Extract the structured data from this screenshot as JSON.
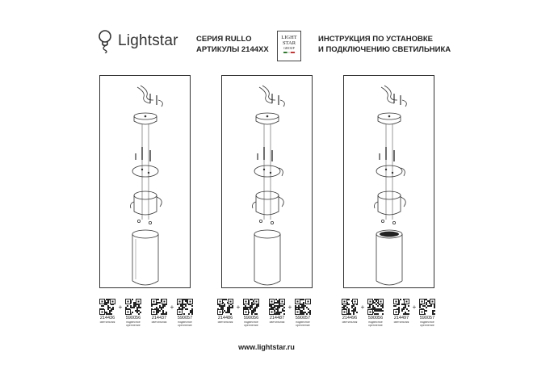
{
  "brand": {
    "name": "Lightstar",
    "icon": "lightbulb-icon"
  },
  "series": {
    "line1": "СЕРИЯ RULLO",
    "line2": "АРТИКУЛЫ 2144XX"
  },
  "badge": {
    "line1": "LIGHT",
    "line2": "STAR",
    "line3": "GROUP"
  },
  "title": {
    "line1": "ИНСТРУКЦИЯ ПО УСТАНОВКЕ",
    "line2": "И ПОДКЛЮЧЕНИЮ СВЕТИЛЬНИКА"
  },
  "groups": [
    {
      "codes": [
        {
          "num": "214436",
          "label": [
            "светильник"
          ]
        },
        {
          "num": "590056",
          "label": [
            "подвесное",
            "крепление"
          ]
        },
        {
          "num": "214437",
          "label": [
            "светильник"
          ]
        },
        {
          "num": "590057",
          "label": [
            "подвесное",
            "крепление"
          ]
        }
      ]
    },
    {
      "codes": [
        {
          "num": "214486",
          "label": [
            "светильник"
          ]
        },
        {
          "num": "590056",
          "label": [
            "подвесное",
            "крепление"
          ]
        },
        {
          "num": "214487",
          "label": [
            "светильник"
          ]
        },
        {
          "num": "590057",
          "label": [
            "подвесное",
            "крепление"
          ]
        }
      ]
    },
    {
      "codes": [
        {
          "num": "214496",
          "label": [
            "светильник"
          ]
        },
        {
          "num": "590056",
          "label": [
            "подвесное",
            "крепление"
          ]
        },
        {
          "num": "214497",
          "label": [
            "светильник"
          ]
        },
        {
          "num": "590057",
          "label": [
            "подвесное",
            "крепление"
          ]
        }
      ]
    }
  ],
  "website": "www.lightstar.ru",
  "colors": {
    "line": "#333333",
    "panel_border": "#333333",
    "text": "#222222"
  }
}
